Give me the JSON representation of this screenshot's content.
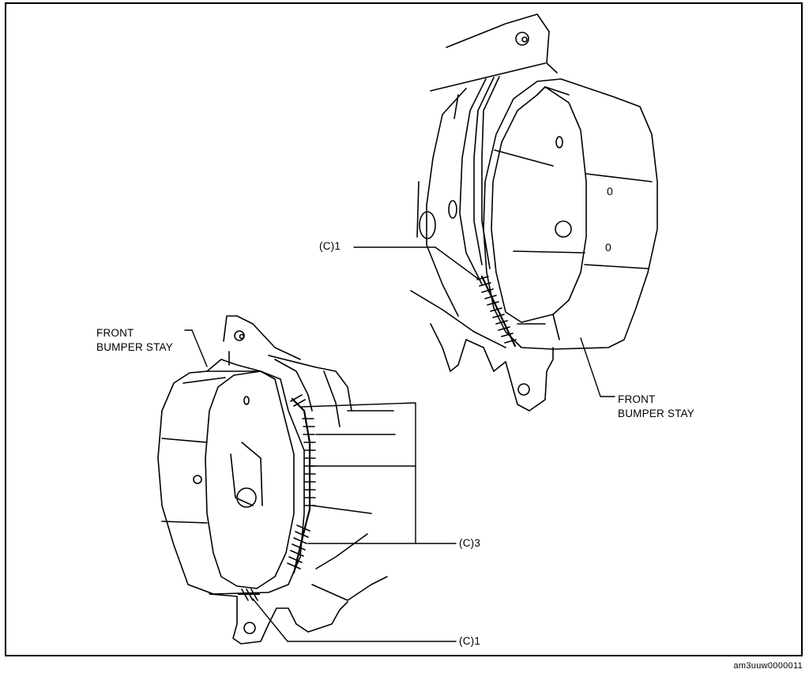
{
  "labels": {
    "top_callout": "(C)1",
    "top_stay_line1": "FRONT",
    "top_stay_line2": "BUMPER STAY",
    "bottom_stay_line1": "FRONT",
    "bottom_stay_line2": "BUMPER STAY",
    "bottom_callout_group": "(C)3",
    "bottom_callout_single": "(C)1",
    "hole_mark_1": "0",
    "hole_mark_2": "0"
  },
  "footer": {
    "code": "am3uuw0000011"
  }
}
